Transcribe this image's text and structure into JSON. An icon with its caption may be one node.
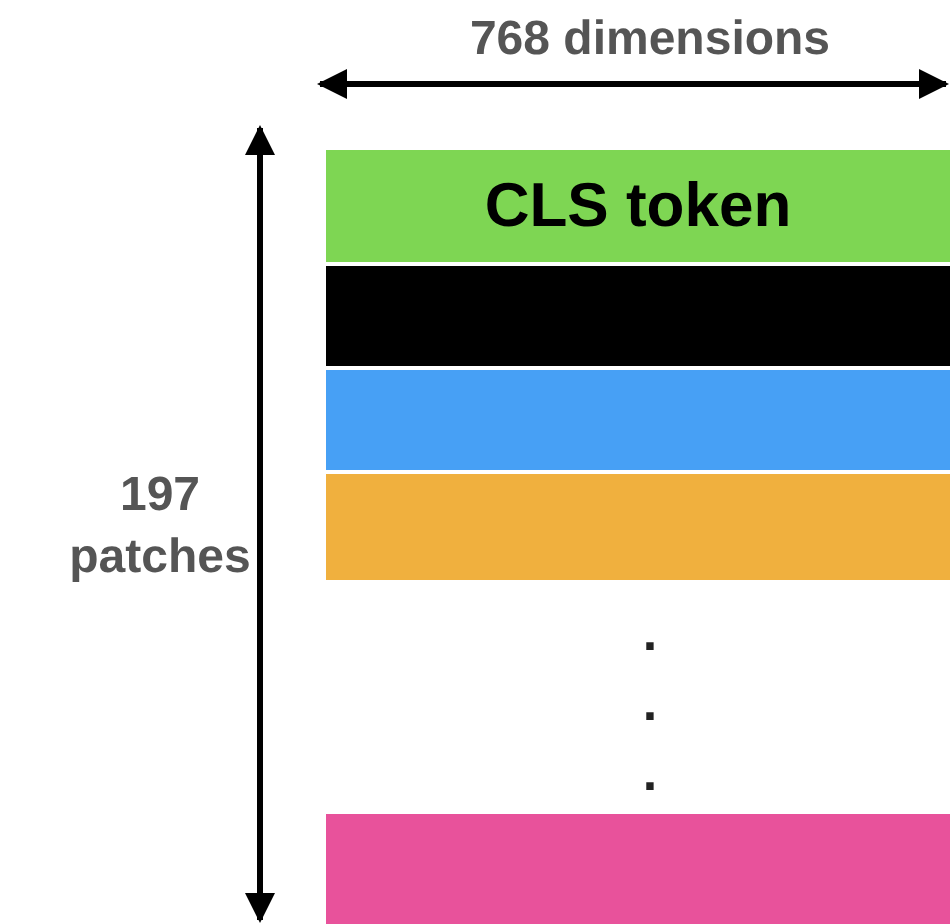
{
  "diagram": {
    "nodes": [
      {
        "text": [
          "CLS token"
        ]
      },
      {
        "text": [],
        "shape": "bar"
      },
      {
        "text": [],
        "shape": "bar"
      },
      {
        "text": [],
        "shape": "bar"
      },
      {
        "text": [],
        "shape": "bar"
      }
    ],
    "edges": [],
    "labels": [
      "768 dimensions",
      "197 patches",
      ".",
      ".",
      "."
    ]
  }
}
